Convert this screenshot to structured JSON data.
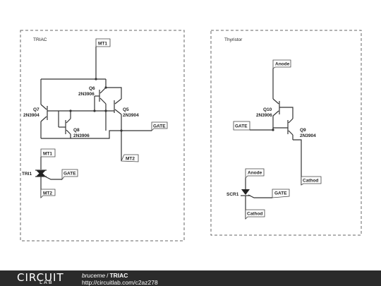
{
  "boxes": {
    "triac": "TRIAC",
    "thyristor": "Thyristor"
  },
  "components": {
    "q7": {
      "name": "Q7",
      "part": "2N3904"
    },
    "q6": {
      "name": "Q6",
      "part": "2N3906"
    },
    "q5": {
      "name": "Q5",
      "part": "2N3904"
    },
    "q8": {
      "name": "Q8",
      "part": "2N3906"
    },
    "q10": {
      "name": "Q10",
      "part": "2N3906"
    },
    "q9": {
      "name": "Q9",
      "part": "2N3904"
    },
    "tri1": {
      "name": "TRI1"
    },
    "scr1": {
      "name": "SCR1"
    }
  },
  "labels": {
    "triac_mt1": "MT1",
    "triac_gate": "GATE",
    "triac_mt2": "MT2",
    "tri1_mt1": "MT1",
    "tri1_gate": "GATE",
    "tri1_mt2": "MT2",
    "thy_anode": "Anode",
    "thy_gate": "GATE",
    "thy_cathod": "Cathod",
    "scr_anode": "Anode",
    "scr_gate": "GATE",
    "scr_cathod": "Cathod"
  },
  "footer": {
    "logo_top": "CIRCUIT",
    "logo_bottom": "LAB",
    "user": "bruceme",
    "separator": "/",
    "title": "TRIAC",
    "url": "http://circuitlab.com/c2az278"
  }
}
